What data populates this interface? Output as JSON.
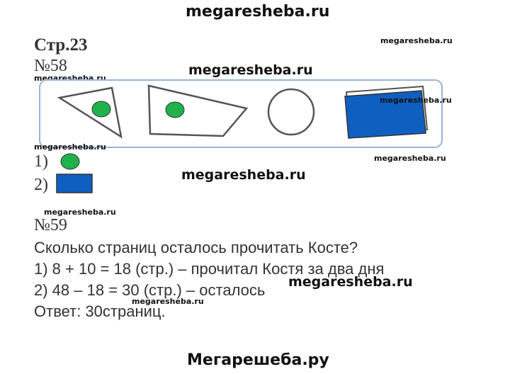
{
  "header_watermark": "megaresheba.ru",
  "page": "Стр.23",
  "task58": {
    "number": "№58",
    "answer1_label": "1)",
    "answer2_label": "2)"
  },
  "task59": {
    "number": "№59",
    "question": "Сколько страниц осталось прочитать Косте?",
    "step1": "1) 8 + 10 = 18 (стр.) – прочитал Костя за два дня",
    "step2": "2) 48 – 18 = 30 (стр.) – осталось",
    "answer": "Ответ: 30страниц."
  },
  "footer_watermark": "Мегарешеба.ру",
  "colors": {
    "green": "#1fb14a",
    "blue": "#0f5fc1",
    "panel_border": "#9bb2dc",
    "outline": "#555555"
  }
}
